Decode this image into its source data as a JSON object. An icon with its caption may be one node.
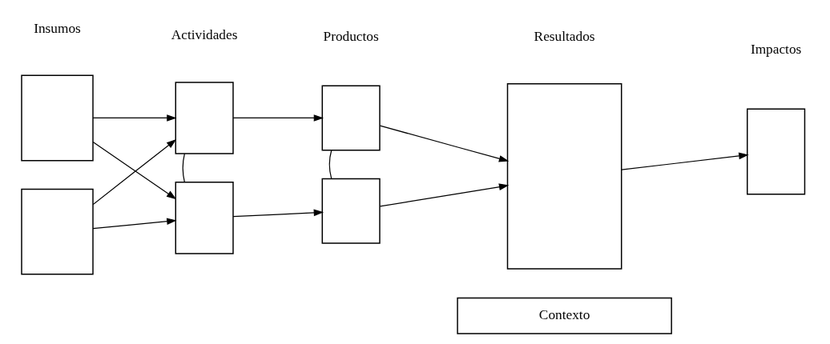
{
  "diagram": {
    "nodes": [
      {
        "text": [],
        "shape": "box"
      },
      {
        "text": [],
        "shape": "box"
      },
      {
        "text": [],
        "shape": "box"
      },
      {
        "text": [],
        "shape": "box"
      },
      {
        "text": [],
        "shape": "box"
      },
      {
        "text": [],
        "shape": "box"
      },
      {
        "text": [],
        "shape": "box"
      },
      {
        "text": [],
        "shape": "box"
      },
      {
        "text": [
          "Contexto"
        ]
      }
    ],
    "edges": [
      {
        "from": 0,
        "to": 2,
        "arrow": "to"
      },
      {
        "from": 0,
        "to": 3,
        "arrow": "to"
      },
      {
        "from": 1,
        "to": 2,
        "arrow": "to"
      },
      {
        "from": 1,
        "to": 3,
        "arrow": "to"
      },
      {
        "from": 2,
        "to": 3,
        "arrow": "none"
      },
      {
        "from": 2,
        "to": 4,
        "arrow": "to"
      },
      {
        "from": 3,
        "to": 5,
        "arrow": "to"
      },
      {
        "from": 4,
        "to": 5,
        "arrow": "none"
      },
      {
        "from": 4,
        "to": 6,
        "arrow": "to"
      },
      {
        "from": 5,
        "to": 6,
        "arrow": "to"
      },
      {
        "from": 6,
        "to": 7,
        "arrow": "to"
      }
    ],
    "labels": [
      "Insumos",
      "Actividades",
      "Productos",
      "Resultados",
      "Impactos"
    ]
  }
}
